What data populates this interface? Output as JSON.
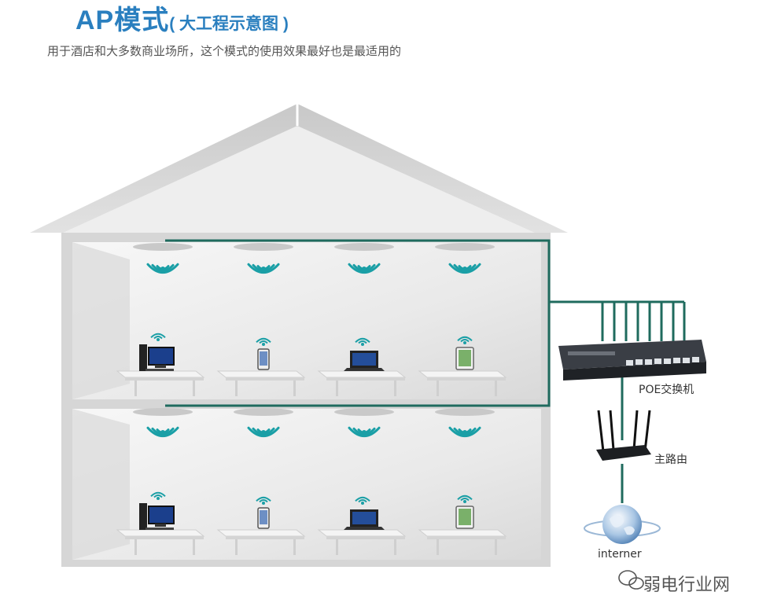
{
  "header": {
    "title": "AP模式",
    "subtitle": "( 大工程示意图 )",
    "description": "用于酒店和大多数商业场所，这个模式的使用效果最好也是最适用的"
  },
  "labels": {
    "poe_switch": "POE交换机",
    "router": "主路由",
    "internet": "interner"
  },
  "watermark": "弱电行业网",
  "colors": {
    "title": "#2a7fbf",
    "cable": "#1f6b5e",
    "wifi": "#1a9fa6",
    "house_wall": "#d6d6d6"
  }
}
